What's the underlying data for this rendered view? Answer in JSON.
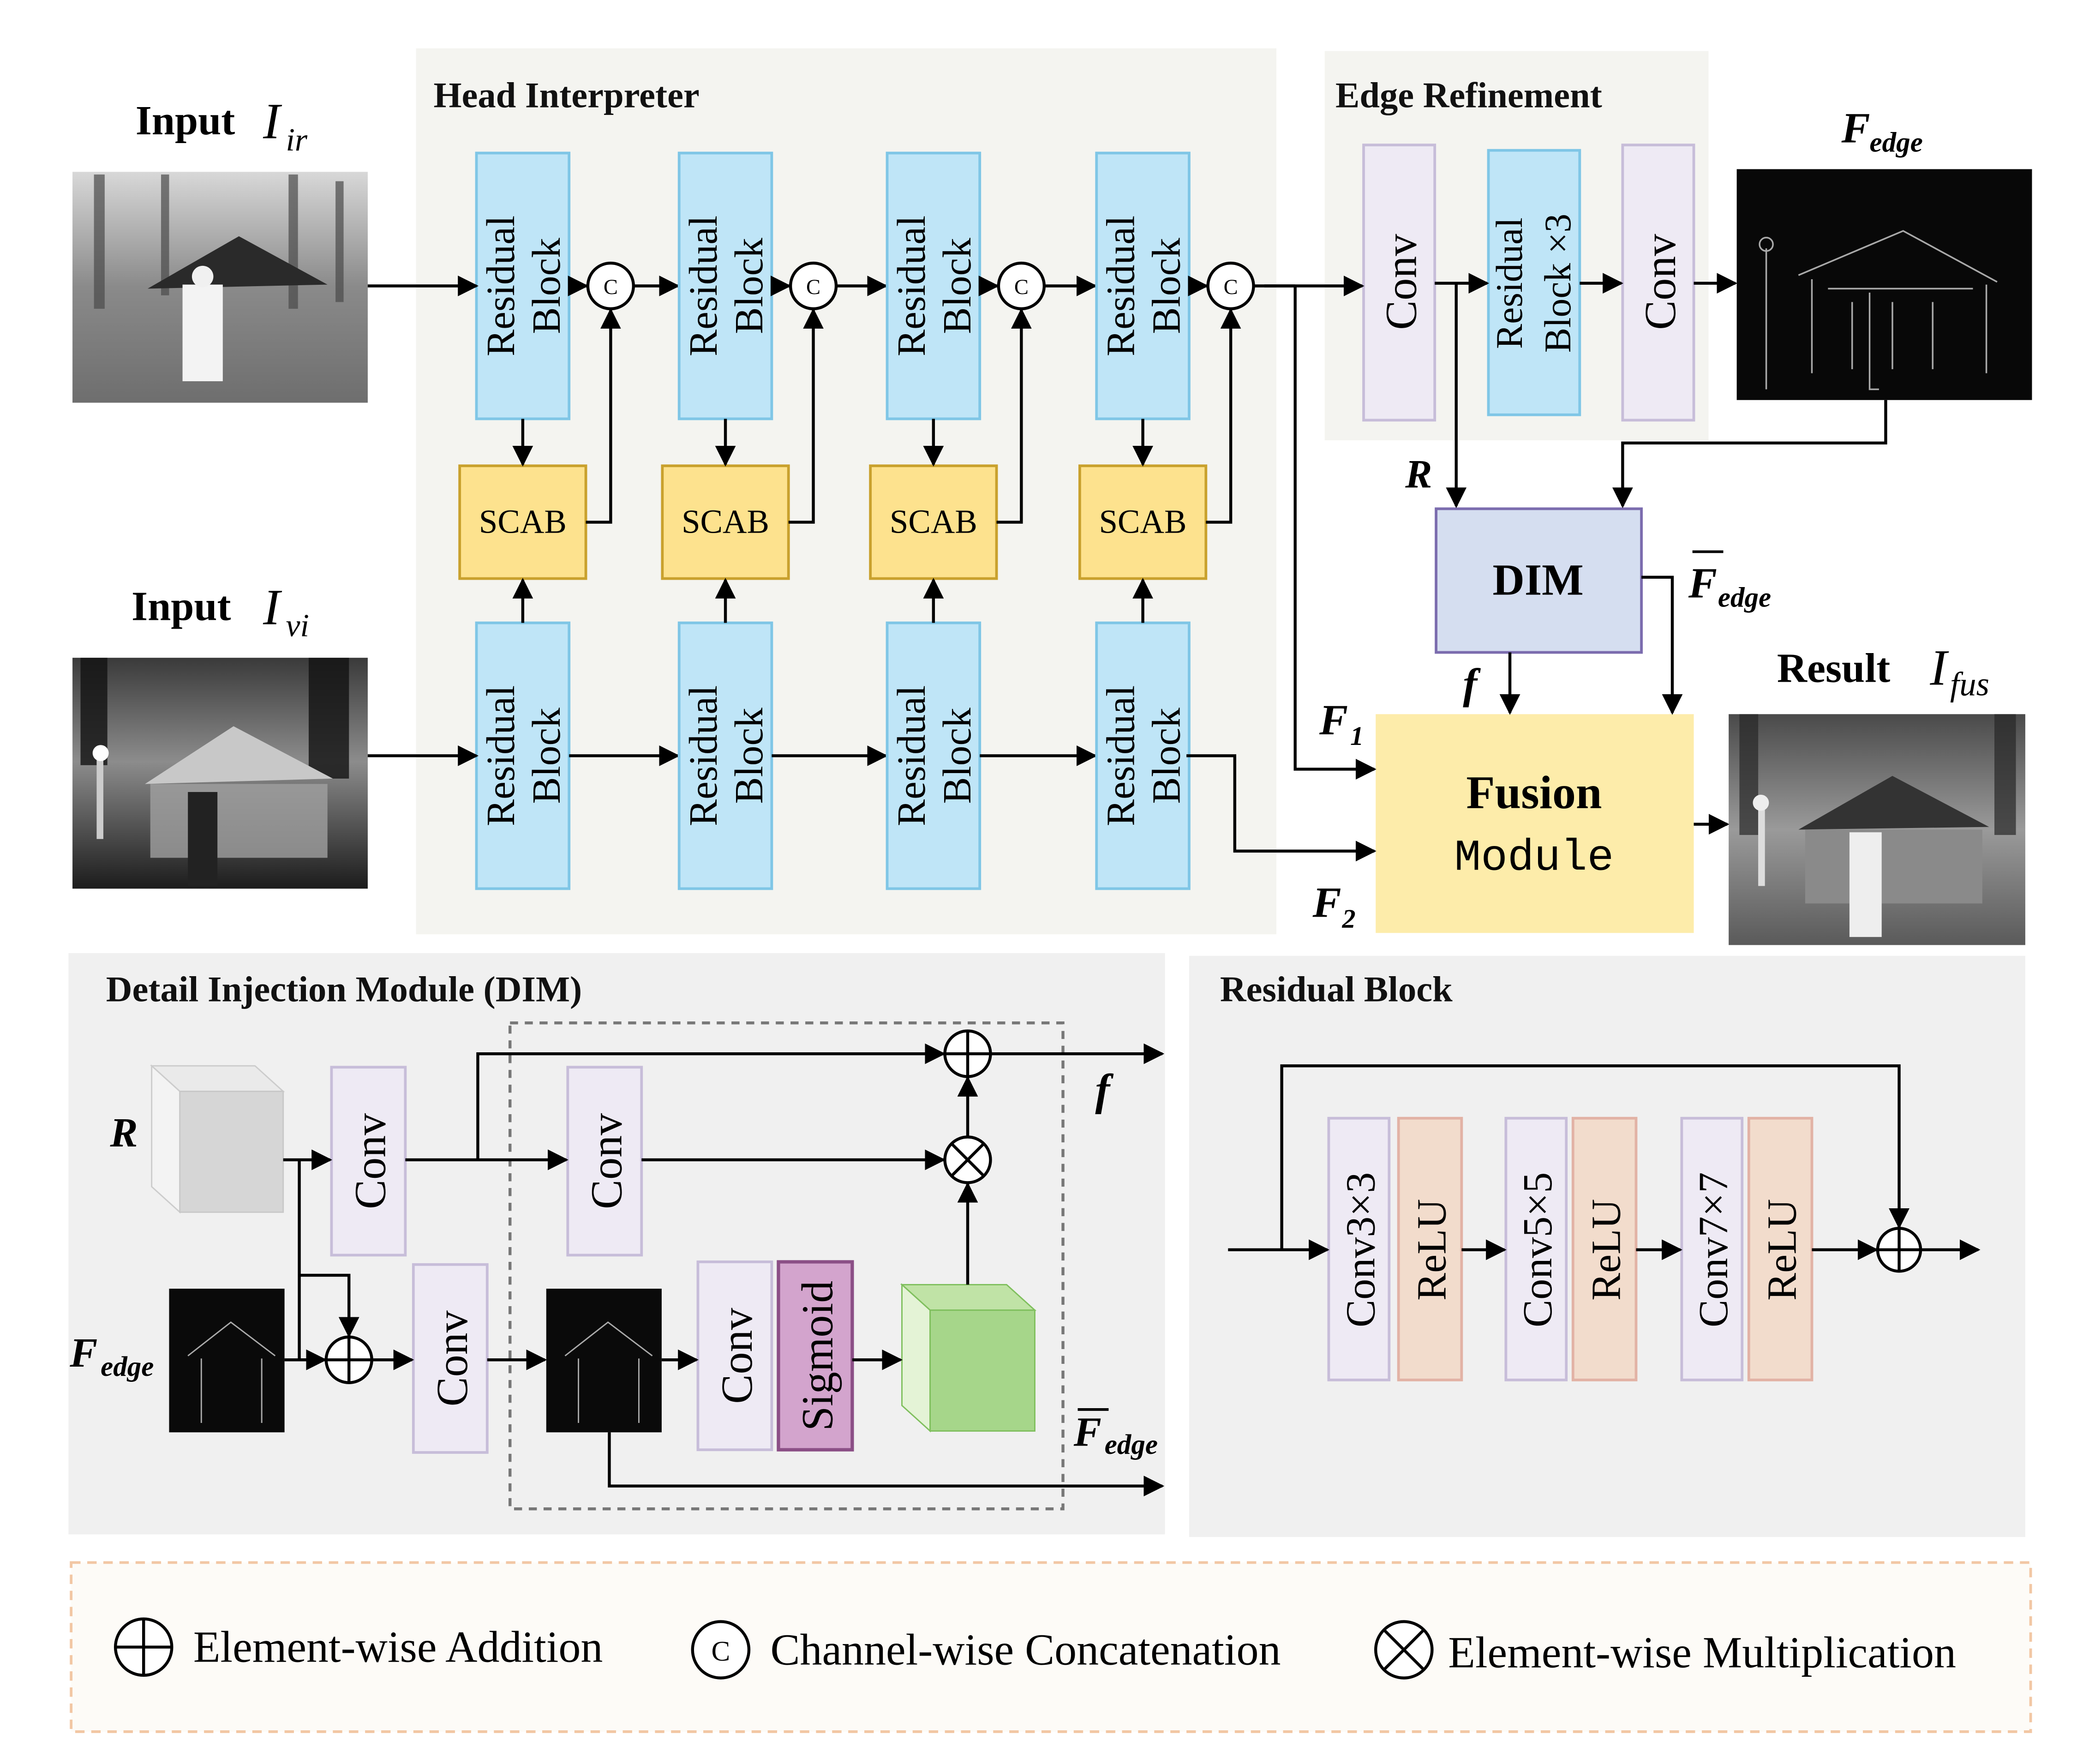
{
  "panels": {
    "head_interpreter": "Head Interpreter",
    "edge_refinement": "Edge Refinement",
    "dim": "Detail Injection Module (DIM)",
    "residual_block": "Residual Block"
  },
  "inputs": {
    "ir": {
      "label": "Input",
      "symbol": "I",
      "sub": "ir"
    },
    "vi": {
      "label": "Input",
      "symbol": "I",
      "sub": "vi"
    }
  },
  "outputs": {
    "edge": {
      "symbol": "F",
      "sub": "edge"
    },
    "result": {
      "label": "Result",
      "symbol": "I",
      "sub": "fus"
    }
  },
  "blocks": {
    "residual_l1": "Residual",
    "residual_l2": "Block",
    "scab": "SCAB",
    "concat": "C",
    "conv": "Conv",
    "residual_x3_l1": "Residual",
    "residual_x3_l2": "Block ×3",
    "dim": "DIM",
    "fusion_l1": "Fusion",
    "fusion_l2": "Module",
    "sigmoid": "Sigmoid",
    "conv3": "Conv3×3",
    "conv5": "Conv5×5",
    "conv7": "Conv7×7",
    "relu": "ReLU"
  },
  "signals": {
    "R": "R",
    "F": "F",
    "edge": "edge",
    "f": "f",
    "one": "1",
    "two": "2"
  },
  "legend": {
    "addition": "Element-wise Addition",
    "concatenation": "Channel-wise Concatenation",
    "multiplication": "Element-wise Multiplication"
  },
  "colors": {
    "residual": "#bfe5f7",
    "scab": "#fde28e",
    "conv": "#eeeaf4",
    "dim": "#d5def0",
    "fusion": "#fdecaa",
    "sigmoid": "#d3a4cd",
    "relu": "#f2dccc",
    "panel": "#f2f2f2"
  }
}
